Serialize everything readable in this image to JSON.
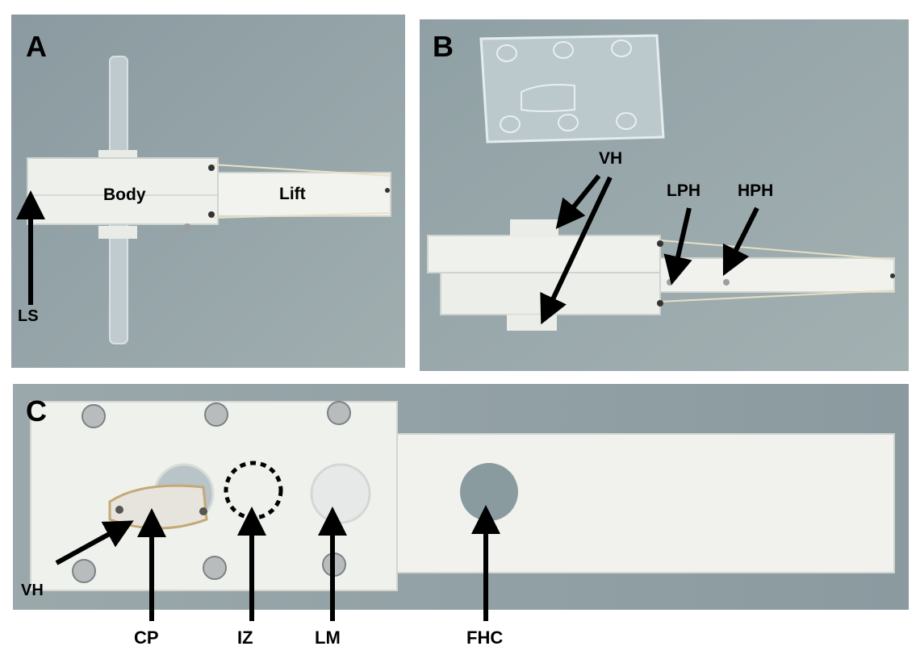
{
  "panels": {
    "a": {
      "letter": "A",
      "labels": {
        "body": "Body",
        "lift": "Lift",
        "ls": "LS"
      }
    },
    "b": {
      "letter": "B",
      "labels": {
        "vh": "VH",
        "lph": "LPH",
        "hph": "HPH"
      }
    },
    "c": {
      "letter": "C",
      "labels": {
        "vh": "VH",
        "cp": "CP",
        "iz": "IZ",
        "lm": "LM",
        "fhc": "FHC"
      }
    }
  },
  "colors": {
    "background": "#8e9ea2",
    "device_white": "#eef0ec",
    "arrow": "#000000"
  }
}
